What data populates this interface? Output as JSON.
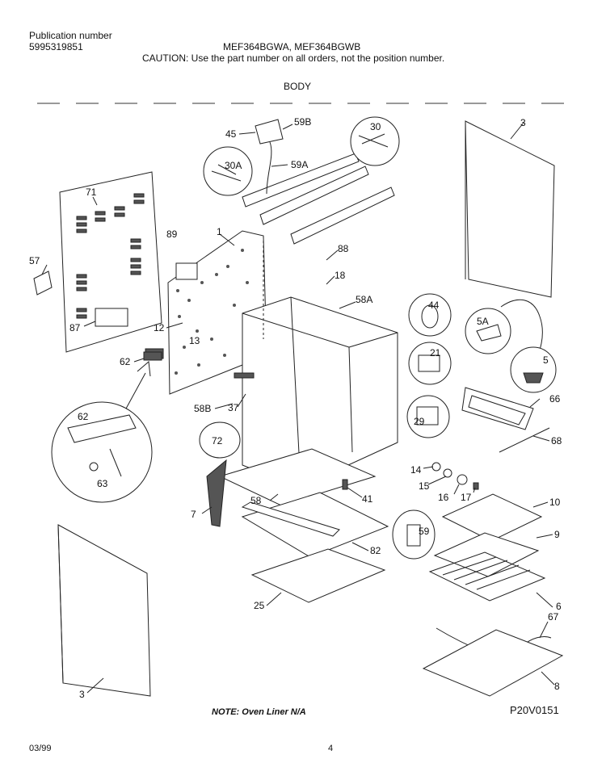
{
  "header": {
    "publication_label": "Publication number",
    "publication_number": "5995319851",
    "models": "MEF364BGWA, MEF364BGWB",
    "caution": "CAUTION:  Use the part number on all orders, not the position number."
  },
  "section_title": "BODY",
  "note": "NOTE:  Oven Liner N/A",
  "diagram_code": "P20V0151",
  "footer": {
    "date": "03/99",
    "page": "4"
  },
  "callouts": {
    "c45": "45",
    "c59B": "59B",
    "c30": "30",
    "c3a": "3",
    "c30A": "30A",
    "c59A": "59A",
    "c71": "71",
    "c89": "89",
    "c1": "1",
    "c88": "88",
    "c57": "57",
    "c18": "18",
    "c58A": "58A",
    "c44": "44",
    "c87": "87",
    "c12": "12",
    "c13": "13",
    "c5A": "5A",
    "c21": "21",
    "c5": "5",
    "c62a": "62",
    "c66": "66",
    "c58B": "58B",
    "c37": "37",
    "c29": "29",
    "c62b": "62",
    "c72": "72",
    "c68": "68",
    "c63": "63",
    "c14": "14",
    "c15": "15",
    "c16": "16",
    "c17": "17",
    "c7": "7",
    "c58": "58",
    "c41": "41",
    "c10": "10",
    "c59": "59",
    "c9": "9",
    "c82": "82",
    "c6": "6",
    "c25": "25",
    "c67": "67",
    "c3b": "3",
    "c8": "8"
  }
}
